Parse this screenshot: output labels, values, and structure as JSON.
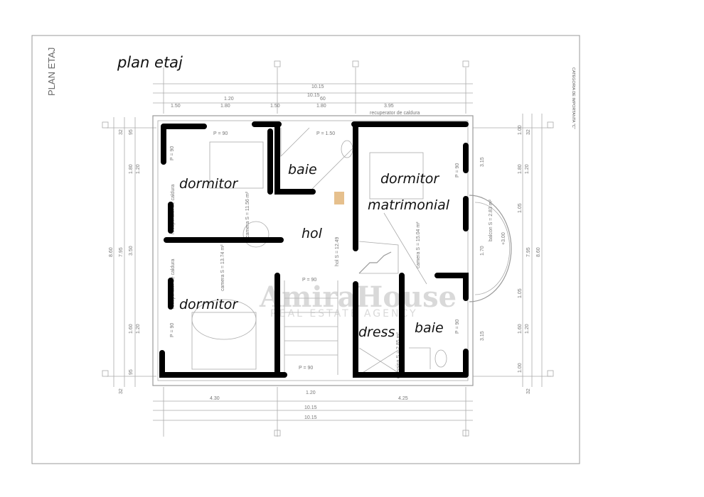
{
  "sheet": {
    "side_title": "PLAN ETAJ",
    "plan_title": "plan etaj",
    "category_note": "CATEGORIA DE IMPORTANTA \"C\"",
    "watermark": "AmiraHouse",
    "watermark_sub": "REAL ESTATE AGENCY"
  },
  "rooms": [
    {
      "label": "dormitor"
    },
    {
      "label": "baie"
    },
    {
      "label": "dormitor"
    },
    {
      "label": "matrimonial"
    },
    {
      "label": "hol"
    },
    {
      "label": "dormitor"
    },
    {
      "label": "dress"
    },
    {
      "label": "baie"
    }
  ],
  "plan_notes": {
    "camera1": "camera S = 11.56 m²",
    "camera2": "camera S = 13.74 m²",
    "camera3": "camera S = 15.04 m²",
    "balcon": "balcon S = 2.83 m²",
    "hol": "hol S = 12.49",
    "dressing": "dressing S = 2.85 m²",
    "recuperator_top": "recuperator de caldura",
    "recuperator_left1": "recuperator de caldura",
    "recuperator_left2": "recuperator de caldura",
    "window_top1": "P = 90",
    "window_top2": "P = 1.50",
    "window_mid": "P = 90",
    "window_stair": "P = 90",
    "window_left1": "P = 90",
    "window_left2": "P = 90",
    "window_right1": "P = 90",
    "window_right2": "P = 90",
    "level": "+3.00"
  },
  "dimensions": {
    "top": [
      "10.15",
      "10.15",
      "1.50",
      "1.80",
      "1.20",
      "1.50",
      "1.80",
      "60",
      "3.95"
    ],
    "bottom": [
      "4.30",
      "1.20",
      "4.25",
      "10.15",
      "10.15"
    ],
    "left": [
      "95",
      "32",
      "1.80",
      "1.20",
      "3.50",
      "7.95",
      "8.60",
      "1.60",
      "1.20",
      "95",
      "32"
    ],
    "right": [
      "1.00",
      "32",
      "1.80",
      "1.20",
      "1.05",
      "1.05",
      "7.95",
      "8.60",
      "1.60",
      "1.20",
      "1.00",
      "32",
      "3.15",
      "3.15",
      "1.70"
    ]
  }
}
